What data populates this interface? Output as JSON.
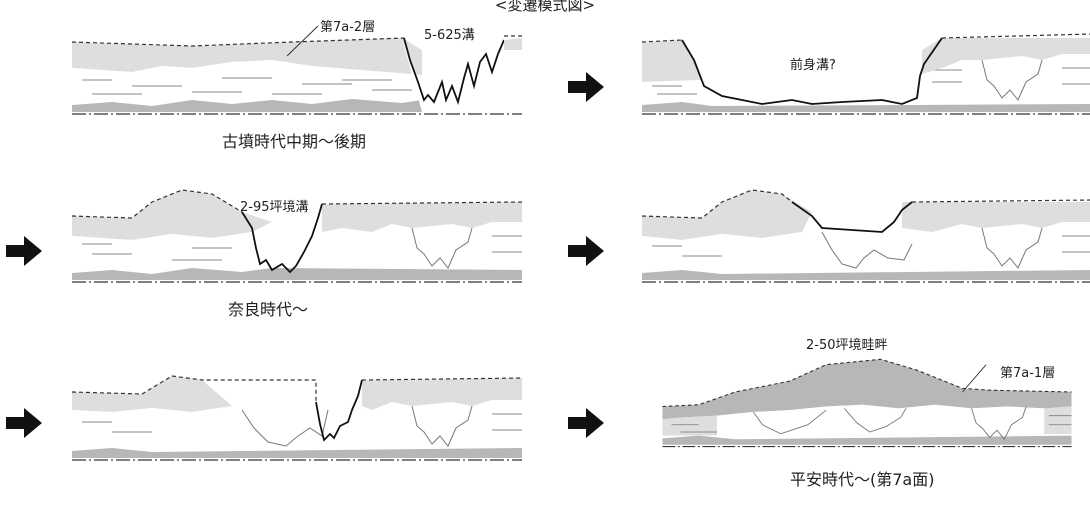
{
  "title": "<変遷模式図>",
  "stages": [
    {
      "caption": "古墳時代中期～後期"
    },
    {
      "caption": ""
    },
    {
      "caption": "奈良時代～"
    },
    {
      "caption": ""
    },
    {
      "caption": ""
    },
    {
      "caption": "平安時代～(第7a面)"
    }
  ],
  "labels": {
    "layer_7a2": "第7a-2層",
    "ditch_5_625": "5-625溝",
    "predecessor_ditch": "前身溝?",
    "boundary_ditch_2_95": "2-95坪境溝",
    "boundary_ridge_2_50": "2-50坪境畦畔",
    "layer_7a1": "第7a-1層"
  },
  "colors": {
    "light_fill": "#dedede",
    "dark_fill": "#b7b7b7",
    "line": "#333333"
  }
}
